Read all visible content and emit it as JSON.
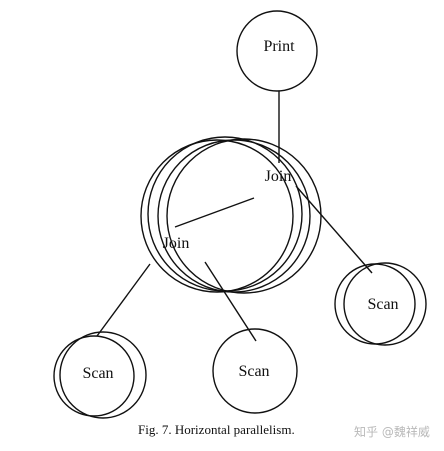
{
  "nodes": {
    "print": "Print",
    "join_top": "Join",
    "join_main": "Join",
    "scan_left": "Scan",
    "scan_middle": "Scan",
    "scan_right": "Scan"
  },
  "caption": "Fig. 7.  Horizontal parallelism.",
  "watermark": "知乎 @魏祥威"
}
